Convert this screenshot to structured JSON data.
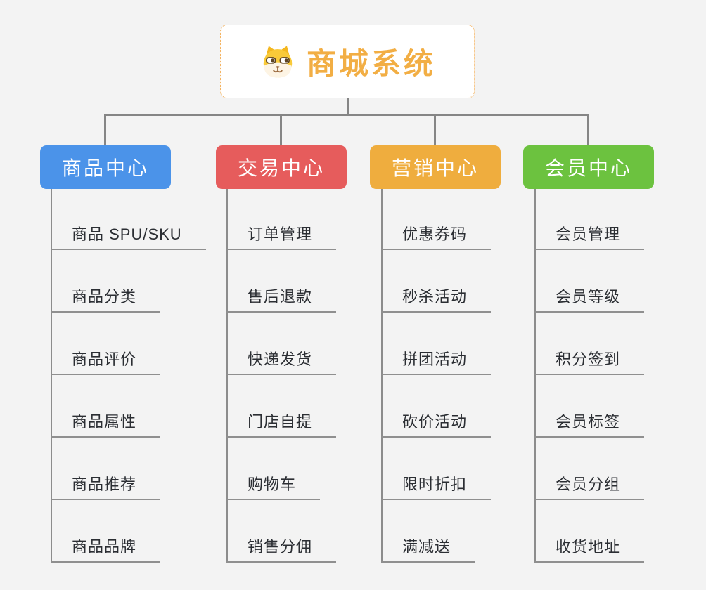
{
  "app": {
    "background_color": "#f3f3f3",
    "connector_color": "#858585",
    "item_text_color": "#2b2e33",
    "item_underline_color": "#8f8f8f"
  },
  "root": {
    "title": "商城系统",
    "icon": "dog-face-icon",
    "title_color": "#f2ae44",
    "border_color": "#f2a94c",
    "fill_color": "#ffffff"
  },
  "branches": [
    {
      "label": "商品中心",
      "color": "#4b93e9",
      "items": [
        "商品 SPU/SKU",
        "商品分类",
        "商品评价",
        "商品属性",
        "商品推荐",
        "商品品牌"
      ]
    },
    {
      "label": "交易中心",
      "color": "#e65c5c",
      "items": [
        "订单管理",
        "售后退款",
        "快递发货",
        "门店自提",
        "购物车",
        "销售分佣"
      ]
    },
    {
      "label": "营销中心",
      "color": "#efad3e",
      "items": [
        "优惠券码",
        "秒杀活动",
        "拼团活动",
        "砍价活动",
        "限时折扣",
        "满减送"
      ]
    },
    {
      "label": "会员中心",
      "color": "#6cc23f",
      "items": [
        "会员管理",
        "会员等级",
        "积分签到",
        "会员标签",
        "会员分组",
        "收货地址"
      ]
    }
  ]
}
